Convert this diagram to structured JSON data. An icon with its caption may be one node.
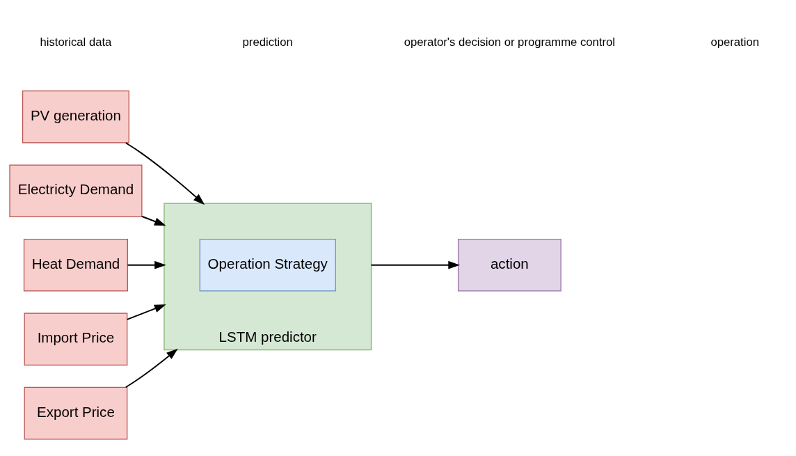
{
  "diagram": {
    "nodes": [
      {
        "text": [
          "PV generation"
        ]
      },
      {
        "text": [
          "Electricty Demand"
        ]
      },
      {
        "text": [
          "Heat Demand"
        ]
      },
      {
        "text": [
          "Import Price"
        ]
      },
      {
        "text": [
          "Export Price"
        ]
      },
      {
        "text": [
          "LSTM predictor"
        ]
      },
      {
        "text": [
          "Operation Strategy"
        ],
        "in": 5
      },
      {
        "text": [
          "action"
        ]
      }
    ],
    "edges": [
      {
        "from": 0,
        "to": 5,
        "arrow": "to"
      },
      {
        "from": 1,
        "to": 5,
        "arrow": "to"
      },
      {
        "from": 2,
        "to": 5,
        "arrow": "to"
      },
      {
        "from": 3,
        "to": 5,
        "arrow": "to"
      },
      {
        "from": 4,
        "to": 5,
        "arrow": "to"
      },
      {
        "from": 5,
        "to": 7,
        "arrow": "to"
      }
    ],
    "labels": [
      "historical data",
      "prediction",
      "operator's decision or programme control",
      "operation"
    ]
  }
}
